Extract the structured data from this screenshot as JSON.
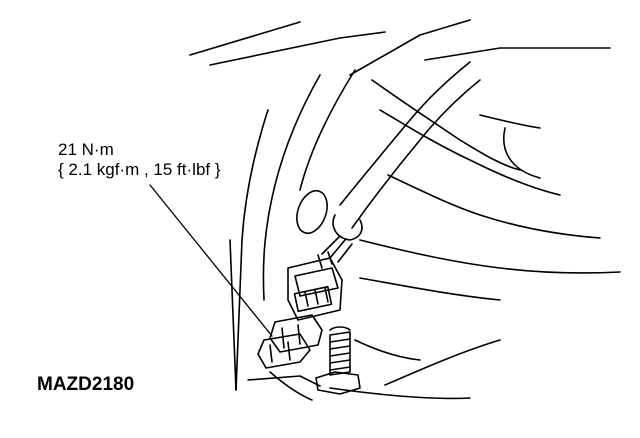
{
  "torque": {
    "value_nm": "21 N·m",
    "value_alt": "{ 2.1 kgf·m , 15 ft·lbf }"
  },
  "figure_code": "MAZD2180"
}
